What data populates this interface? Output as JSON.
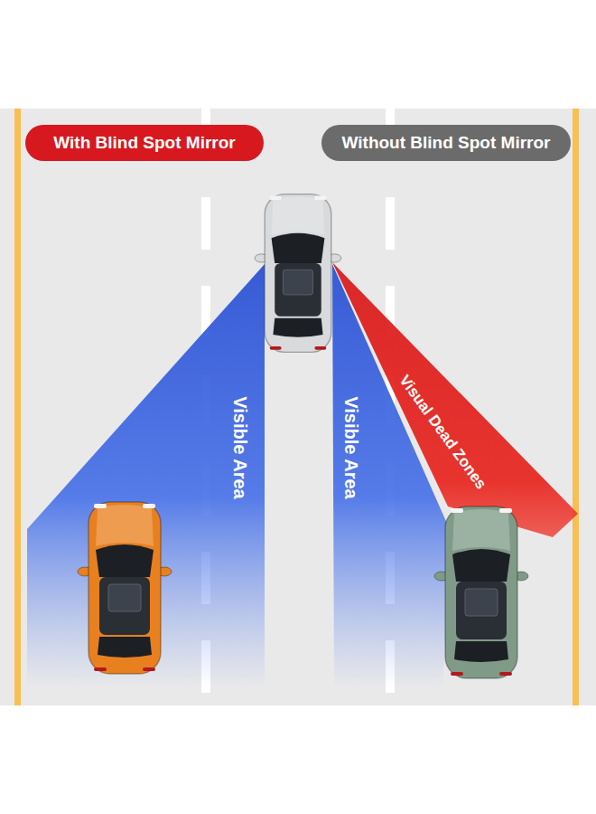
{
  "diagram": {
    "nodes": [
      {
        "text": [
          "With Blind Spot Mirror"
        ]
      },
      {
        "text": [
          "Without Blind Spot Mirror"
        ]
      },
      {
        "text": [
          "Visible Area"
        ]
      },
      {
        "text": [
          "Visible Area"
        ]
      },
      {
        "text": [
          "Visual Dead Zones"
        ]
      }
    ]
  }
}
